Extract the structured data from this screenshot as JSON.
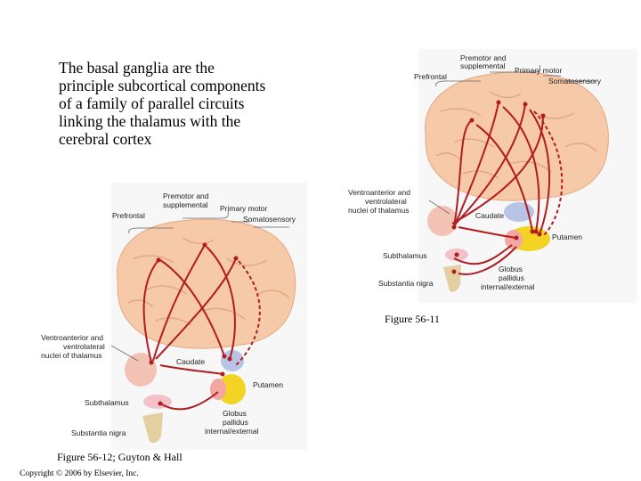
{
  "intro": {
    "lines": [
      "The basal ganglia are the",
      "principle subcortical components",
      "of a family of parallel circuits",
      "linking the thalamus with the",
      "cerebral cortex"
    ]
  },
  "figure_right": {
    "caption": "Figure 56-11",
    "labels": {
      "premotor": [
        "Premotor and",
        "supplemental"
      ],
      "primary_motor": "Primary motor",
      "prefrontal": "Prefrontal",
      "somatosensory": "Somatosensory",
      "thalamus": [
        "Ventroanterior and",
        "ventrolateral",
        "nuclei of thalamus"
      ],
      "caudate": "Caudate",
      "putamen": "Putamen",
      "subthalamus": "Subthalamus",
      "globus": [
        "Globus",
        "pallidus",
        "internal/external"
      ],
      "substantia": "Substantia nigra"
    }
  },
  "figure_left": {
    "caption": "Figure 56-12; Guyton & Hall",
    "labels": {
      "premotor": [
        "Premotor and",
        "supplemental"
      ],
      "primary_motor": "Primary motor",
      "prefrontal": "Prefrontal",
      "somatosensory": "Somatosensory",
      "thalamus": [
        "Ventroanterior and",
        "ventrolateral",
        "nuclei of thalamus"
      ],
      "caudate": "Caudate",
      "putamen": "Putamen",
      "subthalamus": "Subthalamus",
      "globus": [
        "Globus",
        "pallidus",
        "internal/external"
      ],
      "substantia": "Substantia nigra"
    }
  },
  "copyright": "Copyright © 2006 by Elsevier, Inc.",
  "colors": {
    "brain": "#f6c9a9",
    "brain_fold": "#e2a882",
    "pathway": "#b01c20",
    "thalamus": "#f2c3b4",
    "caudate": "#b8c3e6",
    "putamen": "#f3d324",
    "globus": "#f4a6a2",
    "subthalamus": "#f5c1c8",
    "substantia": "#e3cfa2"
  }
}
